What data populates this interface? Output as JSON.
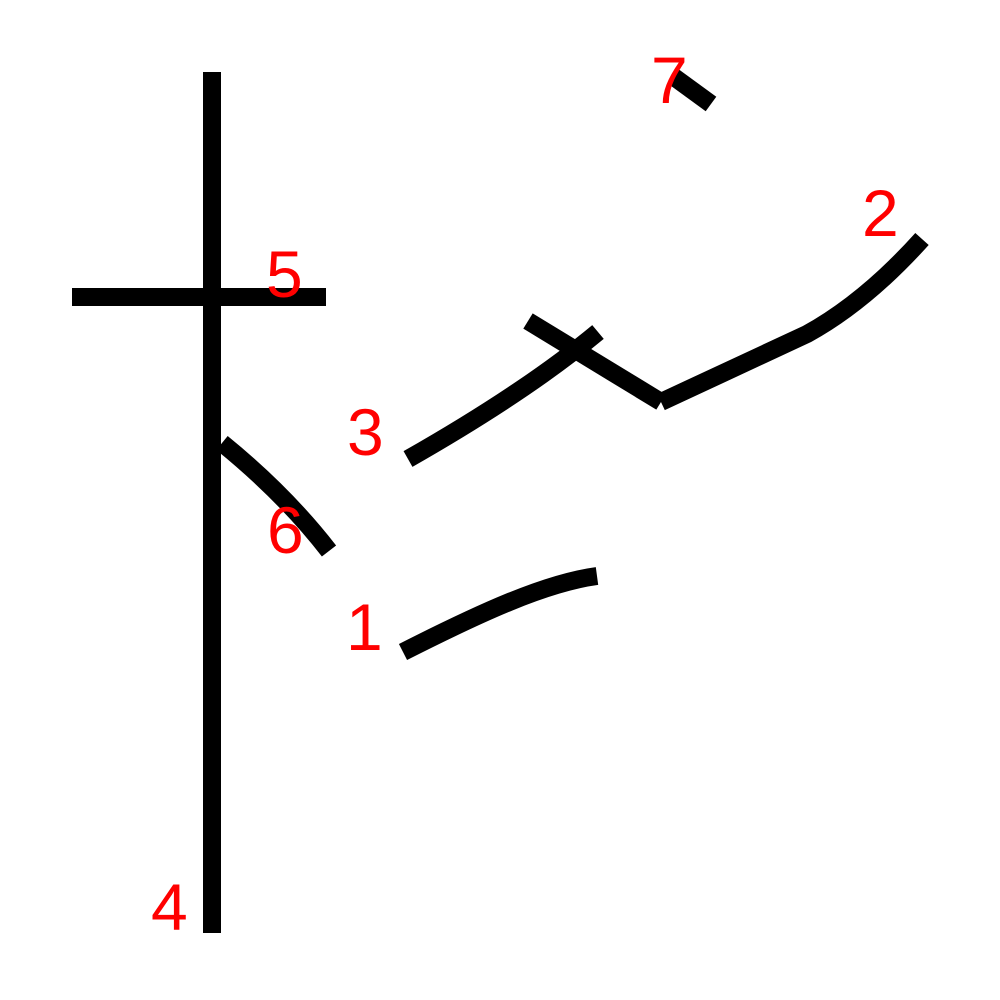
{
  "diagram": {
    "description_type": "stroke-order",
    "stroke_color": "#000000",
    "label_color": "#ff0000",
    "background": "#ffffff",
    "strokes": [
      {
        "label": "1"
      },
      {
        "label": "2"
      },
      {
        "label": "3"
      },
      {
        "label": "4"
      },
      {
        "label": "5"
      },
      {
        "label": "6"
      },
      {
        "label": "7"
      }
    ]
  }
}
